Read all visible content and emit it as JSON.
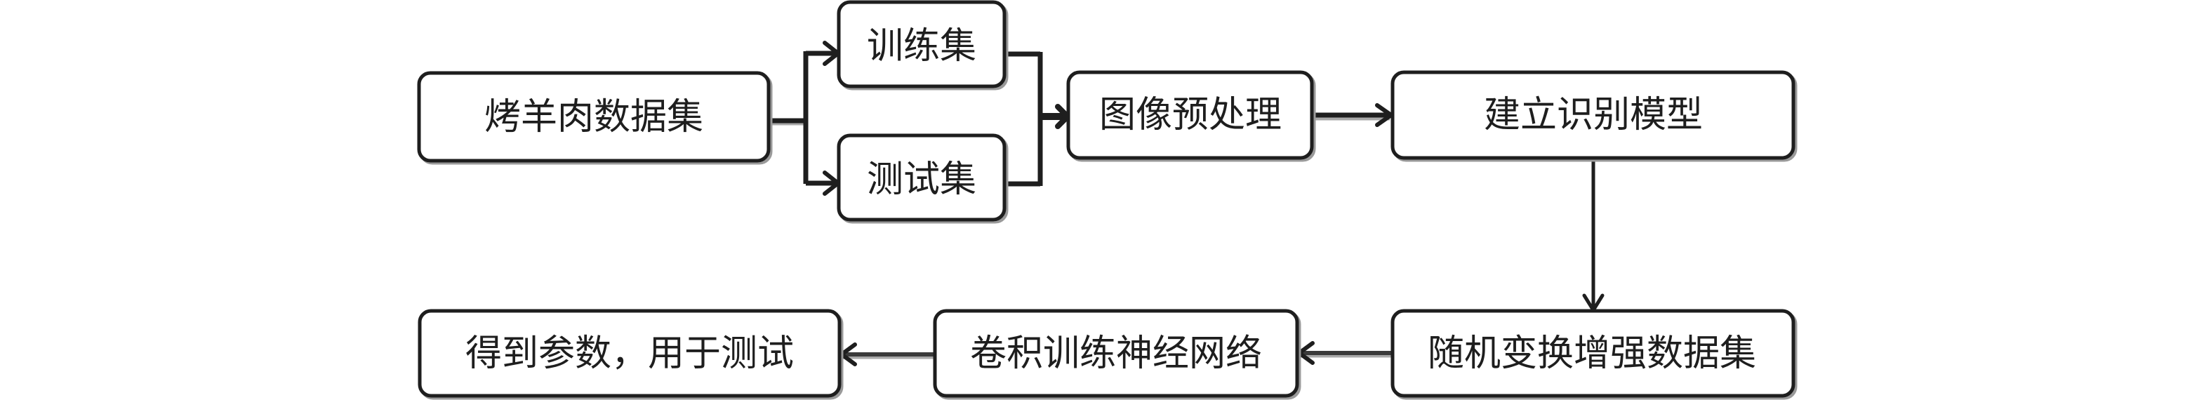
{
  "diagram": {
    "title": "",
    "nodes": [
      {
        "id": "dataset",
        "label": "烤羊肉数据集"
      },
      {
        "id": "train-set",
        "label": "训练集"
      },
      {
        "id": "test-set",
        "label": "测试集"
      },
      {
        "id": "preprocess",
        "label": "图像预处理"
      },
      {
        "id": "build-model",
        "label": "建立识别模型"
      },
      {
        "id": "augment",
        "label": "随机变换增强数据集"
      },
      {
        "id": "cnn-train",
        "label": "卷积训练神经网络"
      },
      {
        "id": "get-params",
        "label": "得到参数，用于测试"
      }
    ],
    "edges": [
      {
        "from": "dataset",
        "to": "train-set"
      },
      {
        "from": "dataset",
        "to": "test-set"
      },
      {
        "from": "train-set",
        "to": "preprocess"
      },
      {
        "from": "test-set",
        "to": "preprocess"
      },
      {
        "from": "preprocess",
        "to": "build-model"
      },
      {
        "from": "build-model",
        "to": "augment"
      },
      {
        "from": "augment",
        "to": "cnn-train"
      },
      {
        "from": "cnn-train",
        "to": "get-params"
      }
    ],
    "colors": {
      "stroke": "#1e1e1e",
      "shadow": "#9a9a9a",
      "background": "#ffffff"
    }
  }
}
